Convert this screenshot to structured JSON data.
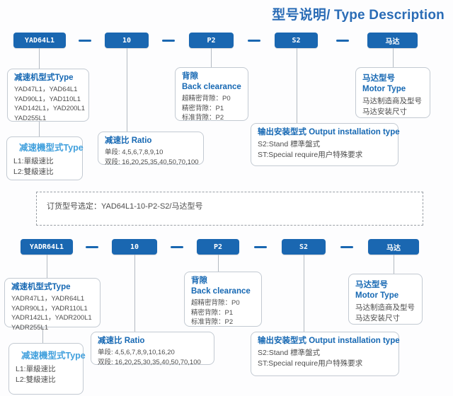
{
  "page": {
    "title": "型号说明/ Type Description"
  },
  "colors": {
    "accent_blue": "#1a67b1",
    "title_blue": "#2a6cb6",
    "light_blue": "#41a0dd",
    "body_text": "#4d4d4d",
    "connector_gray": "#b3bac2"
  },
  "top": {
    "codes": [
      "YAD64L1",
      "10",
      "P2",
      "S2",
      "马达"
    ],
    "reducer": {
      "title": "减速机型式Type",
      "lines": [
        "YAD47L1，YAD64L1",
        "YAD90L1，YAD110L1",
        "YAD142L1，YAD200L1",
        "YAD255L1"
      ]
    },
    "stage": {
      "title": "减速機型式Type",
      "lines": [
        "L1:單級速比",
        "L2:雙級速比"
      ]
    },
    "ratio": {
      "title": "减速比 Ratio",
      "lines": [
        "单段: 4,5,6,7,8,9,10",
        "双段: 16,20,25,35,40,50,70,100"
      ]
    },
    "clearance": {
      "title_zh": "背隙",
      "title_en": "Back clearance",
      "lines": [
        "超精密背隙：P0",
        "精密背隙：P1",
        "标准背隙：P2"
      ]
    },
    "output": {
      "title": "输出安装型式 Output installation type",
      "lines": [
        "S2:Stand 標準盤式",
        "ST:Special require用户特殊要求"
      ]
    },
    "motor": {
      "title_zh": "马达型号",
      "title_en": "Motor Type",
      "lines": [
        "马达制造商及型号",
        "马达安装尺寸"
      ]
    }
  },
  "order": {
    "text": "订货型号选定：YAD64L1-10-P2-S2/马达型号"
  },
  "bottom": {
    "codes": [
      "YADR64L1",
      "10",
      "P2",
      "S2",
      "马达"
    ],
    "reducer": {
      "title": "减速机型式Type",
      "lines": [
        "YADR47L1，YADR64L1",
        "YADR90L1，YADR110L1",
        "YADR142L1，YADR200L1",
        "YADR255L1"
      ]
    },
    "stage": {
      "title": "减速機型式Type",
      "lines": [
        "L1:單級速比",
        "L2:雙級速比"
      ]
    },
    "ratio": {
      "title": "减速比 Ratio",
      "lines": [
        "单段: 4,5,6,7,8,9,10,16,20",
        "双段: 16,20,25,30,35,40,50,70,100"
      ]
    },
    "clearance": {
      "title_zh": "背隙",
      "title_en": "Back clearance",
      "lines": [
        "超精密背隙：P0",
        "精密背隙：P1",
        "标准背隙：P2"
      ]
    },
    "output": {
      "title": "输出安装型式 Output installation type",
      "lines": [
        "S2:Stand 標準盤式",
        "ST:Special require用户特殊要求"
      ]
    },
    "motor": {
      "title_zh": "马达型号",
      "title_en": "Motor Type",
      "lines": [
        "马达制造商及型号",
        "马达安装尺寸"
      ]
    }
  }
}
